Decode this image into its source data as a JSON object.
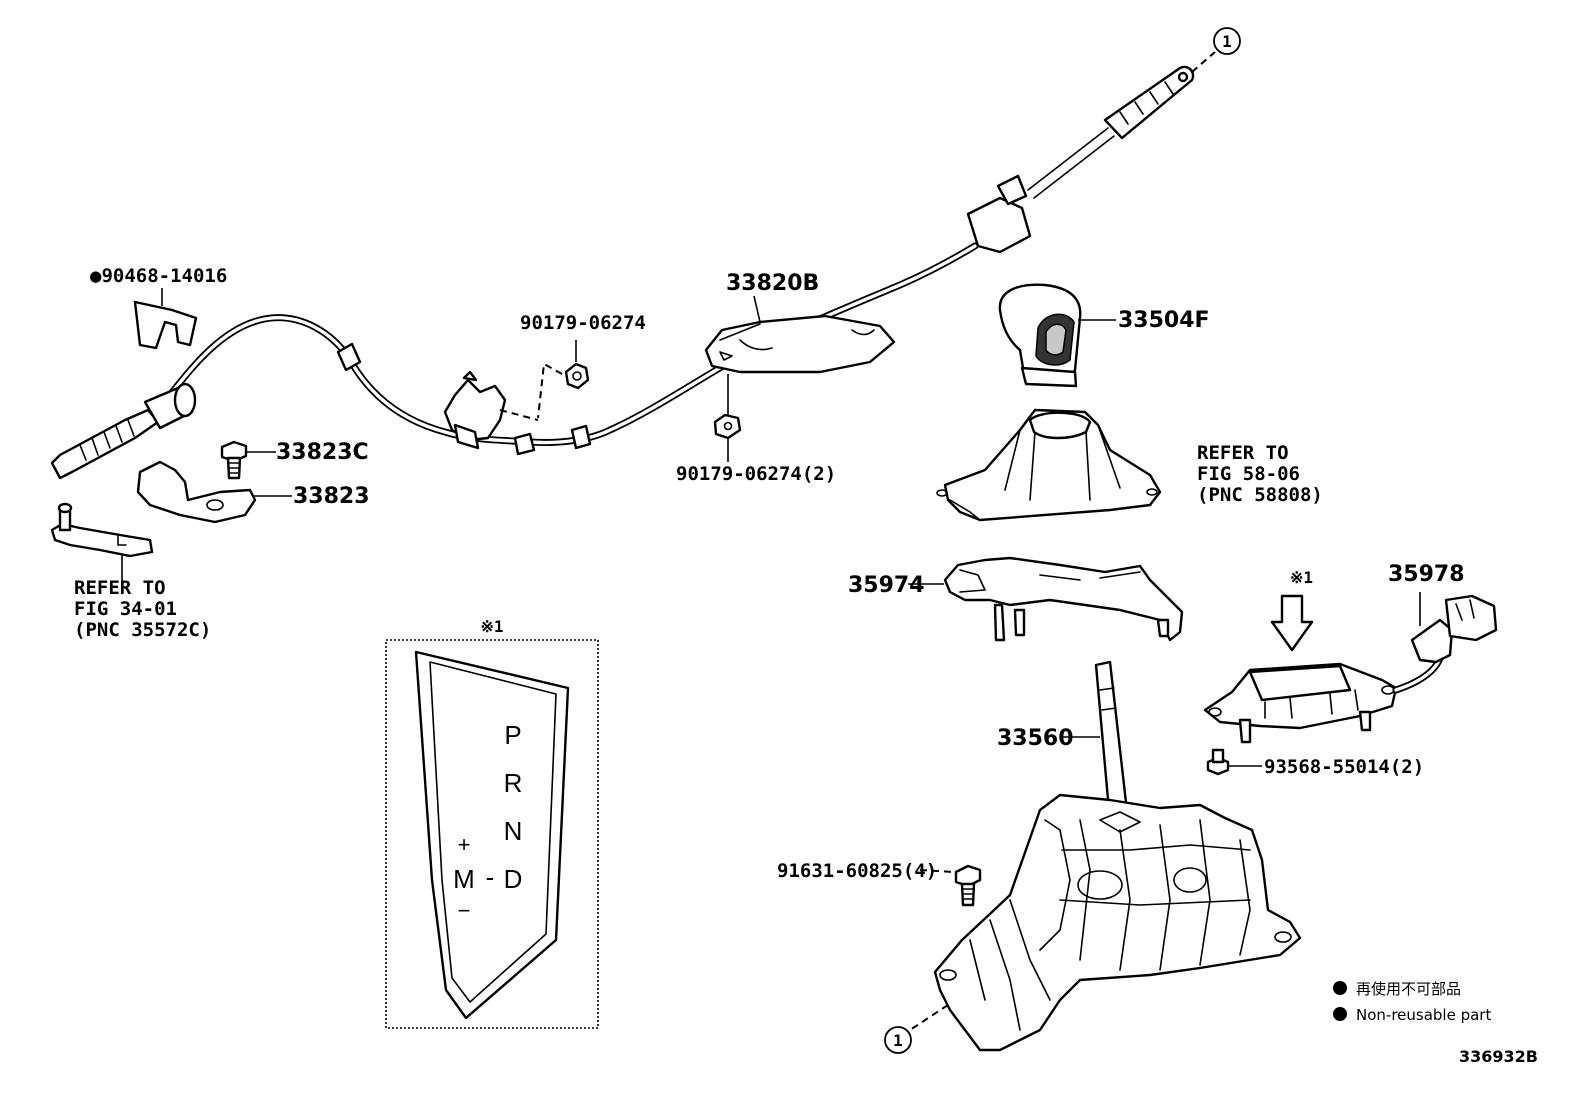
{
  "diagram": {
    "ref_code": "336932B",
    "circle_ref": "1",
    "note_symbol": "※1",
    "parts": {
      "p_90468_14016": "●90468-14016",
      "p_90179_06274": "90179-06274",
      "p_33820B": "33820B",
      "p_90179_06274_2": "90179-06274(2)",
      "p_33823C": "33823C",
      "p_33823": "33823",
      "p_33504F": "33504F",
      "p_35974": "35974",
      "p_35978": "35978",
      "p_33560": "33560",
      "p_93568_55014_2": "93568-55014(2)",
      "p_91631_60825_4": "91631-60825(4)"
    },
    "refer_left": [
      "REFER TO",
      "FIG 34-01",
      "(PNC 35572C)"
    ],
    "refer_right": [
      "REFER TO",
      "FIG 58-06",
      "(PNC 58808)"
    ],
    "shift_gate": {
      "positions": [
        "P",
        "R",
        "N",
        "D"
      ],
      "manual": "M",
      "plus": "+",
      "minus": "−",
      "dash": "-"
    },
    "legend": [
      {
        "symbol": "●",
        "text": "再使用不可部品"
      },
      {
        "symbol": "●",
        "text": "Non-reusable part"
      }
    ]
  }
}
